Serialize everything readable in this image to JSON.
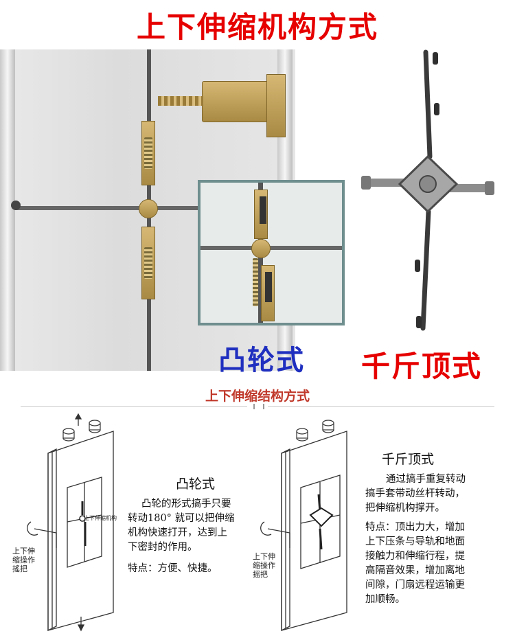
{
  "header": {
    "title": "上下伸缩机构方式",
    "title_color": "#e60000"
  },
  "photo": {
    "cam_label": "凸轮式",
    "cam_label_color": "#1f2fbf",
    "jack_label": "千斤顶式",
    "jack_label_color": "#e60000",
    "inset_border_color": "#6f8e8e"
  },
  "diagram_section": {
    "title": "上下伸缩结构方式",
    "title_color": "#c0392b"
  },
  "left_diagram": {
    "heading": "凸轮式",
    "description": "凸轮的形式搞手只要\n转动180° 就可以把伸缩\n机构快速打开，达到上\n下密封的作用。",
    "features": "特点：方便、快捷。",
    "handle_label": "上下伸\n缩操作\n搖把",
    "inner_label": "上下伸缩机构"
  },
  "right_diagram": {
    "heading": "千斤顶式",
    "description": "通过搞手重复转动\n搞手套带动丝杆转动，\n把伸缩机构撑开。",
    "features": "特点：顶出力大，增加\n上下压条与导轨和地面\n接触力和伸缩行程，提\n高隔音效果，增加离地\n间隙，门扇远程运输更\n加顺畅。",
    "handle_label": "上下伸\n缩操作\n摇把"
  }
}
